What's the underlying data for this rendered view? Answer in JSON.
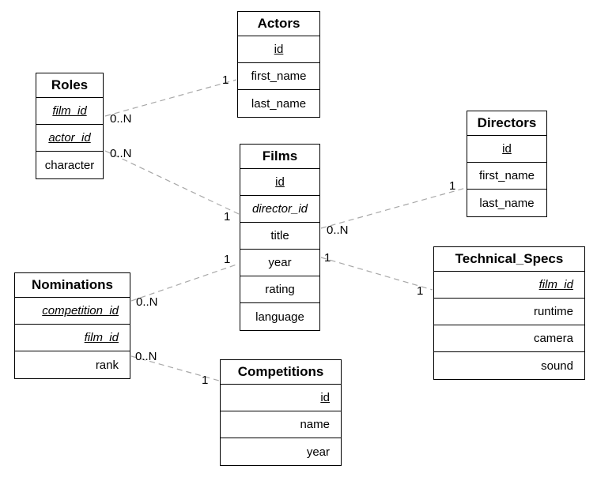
{
  "diagram": {
    "type": "entity-relationship",
    "colors": {
      "background": "#ffffff",
      "entity_border": "#000000",
      "relationship_line": "#a8a8a8",
      "text": "#000000"
    },
    "entities": [
      {
        "id": "actors",
        "title": "Actors",
        "fields": [
          {
            "name": "id",
            "pk": true,
            "fk": false
          },
          {
            "name": "first_name",
            "pk": false,
            "fk": false
          },
          {
            "name": "last_name",
            "pk": false,
            "fk": false
          }
        ]
      },
      {
        "id": "roles",
        "title": "Roles",
        "fields": [
          {
            "name": "film_id",
            "pk": true,
            "fk": true
          },
          {
            "name": "actor_id",
            "pk": true,
            "fk": true
          },
          {
            "name": "character",
            "pk": false,
            "fk": false
          }
        ]
      },
      {
        "id": "films",
        "title": "Films",
        "fields": [
          {
            "name": "id",
            "pk": true,
            "fk": false
          },
          {
            "name": "director_id",
            "pk": false,
            "fk": true
          },
          {
            "name": "title",
            "pk": false,
            "fk": false
          },
          {
            "name": "year",
            "pk": false,
            "fk": false
          },
          {
            "name": "rating",
            "pk": false,
            "fk": false
          },
          {
            "name": "language",
            "pk": false,
            "fk": false
          }
        ]
      },
      {
        "id": "directors",
        "title": "Directors",
        "fields": [
          {
            "name": "id",
            "pk": true,
            "fk": false
          },
          {
            "name": "first_name",
            "pk": false,
            "fk": false
          },
          {
            "name": "last_name",
            "pk": false,
            "fk": false
          }
        ]
      },
      {
        "id": "technical_specs",
        "title": "Technical_Specs",
        "fields": [
          {
            "name": "film_id",
            "pk": true,
            "fk": true
          },
          {
            "name": "runtime",
            "pk": false,
            "fk": false
          },
          {
            "name": "camera",
            "pk": false,
            "fk": false
          },
          {
            "name": "sound",
            "pk": false,
            "fk": false
          }
        ]
      },
      {
        "id": "nominations",
        "title": "Nominations",
        "fields": [
          {
            "name": "competition_id",
            "pk": true,
            "fk": true
          },
          {
            "name": "film_id",
            "pk": true,
            "fk": true
          },
          {
            "name": "rank",
            "pk": false,
            "fk": false
          }
        ]
      },
      {
        "id": "competitions",
        "title": "Competitions",
        "fields": [
          {
            "name": "id",
            "pk": true,
            "fk": false
          },
          {
            "name": "name",
            "pk": false,
            "fk": false
          },
          {
            "name": "year",
            "pk": false,
            "fk": false
          }
        ]
      }
    ],
    "relationships": [
      {
        "from": "Roles",
        "to": "Actors",
        "from_card": "0..N",
        "to_card": "1"
      },
      {
        "from": "Roles",
        "to": "Films",
        "from_card": "0..N",
        "to_card": "1"
      },
      {
        "from": "Films",
        "to": "Directors",
        "from_card": "0..N",
        "to_card": "1"
      },
      {
        "from": "Films",
        "to": "Technical_Specs",
        "from_card": "1",
        "to_card": "1"
      },
      {
        "from": "Nominations",
        "to": "Films",
        "from_card": "0..N",
        "to_card": "1"
      },
      {
        "from": "Nominations",
        "to": "Competitions",
        "from_card": "0..N",
        "to_card": "1"
      }
    ]
  }
}
